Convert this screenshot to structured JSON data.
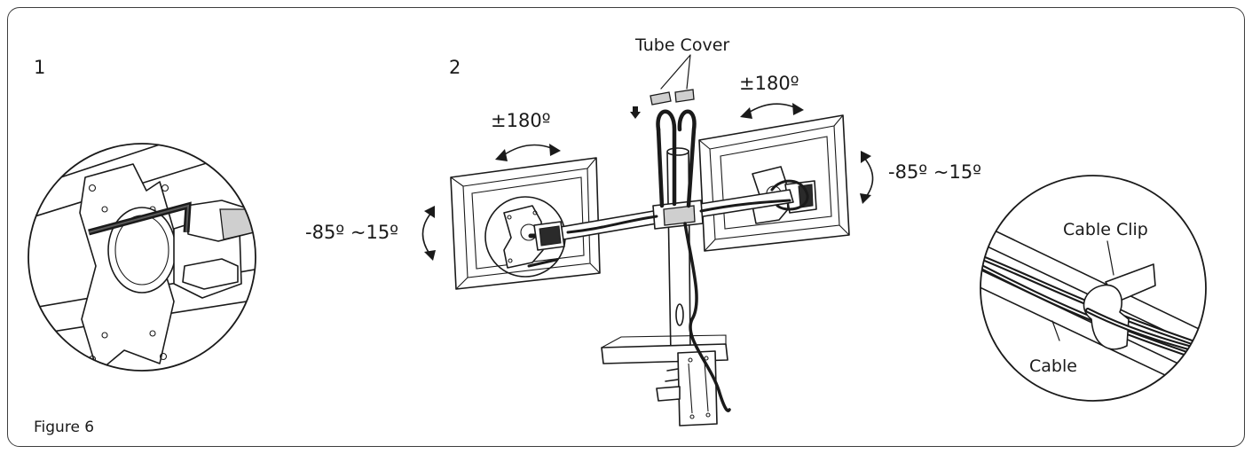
{
  "figure": {
    "caption": "Figure 6",
    "step_one": "1",
    "step_two": "2"
  },
  "callouts": {
    "tube_cover": "Tube Cover",
    "cable_clip": "Cable Clip",
    "cable": "Cable"
  },
  "angles": {
    "left_swivel": "±180º",
    "right_swivel": "±180º",
    "left_tilt": "-85º ~15º",
    "right_tilt": "-85º ~15º"
  },
  "colors": {
    "ink": "#1a1a1a",
    "frame": "#3d3d3d",
    "fill_grey": "#cfcfcf",
    "background": "#ffffff"
  }
}
